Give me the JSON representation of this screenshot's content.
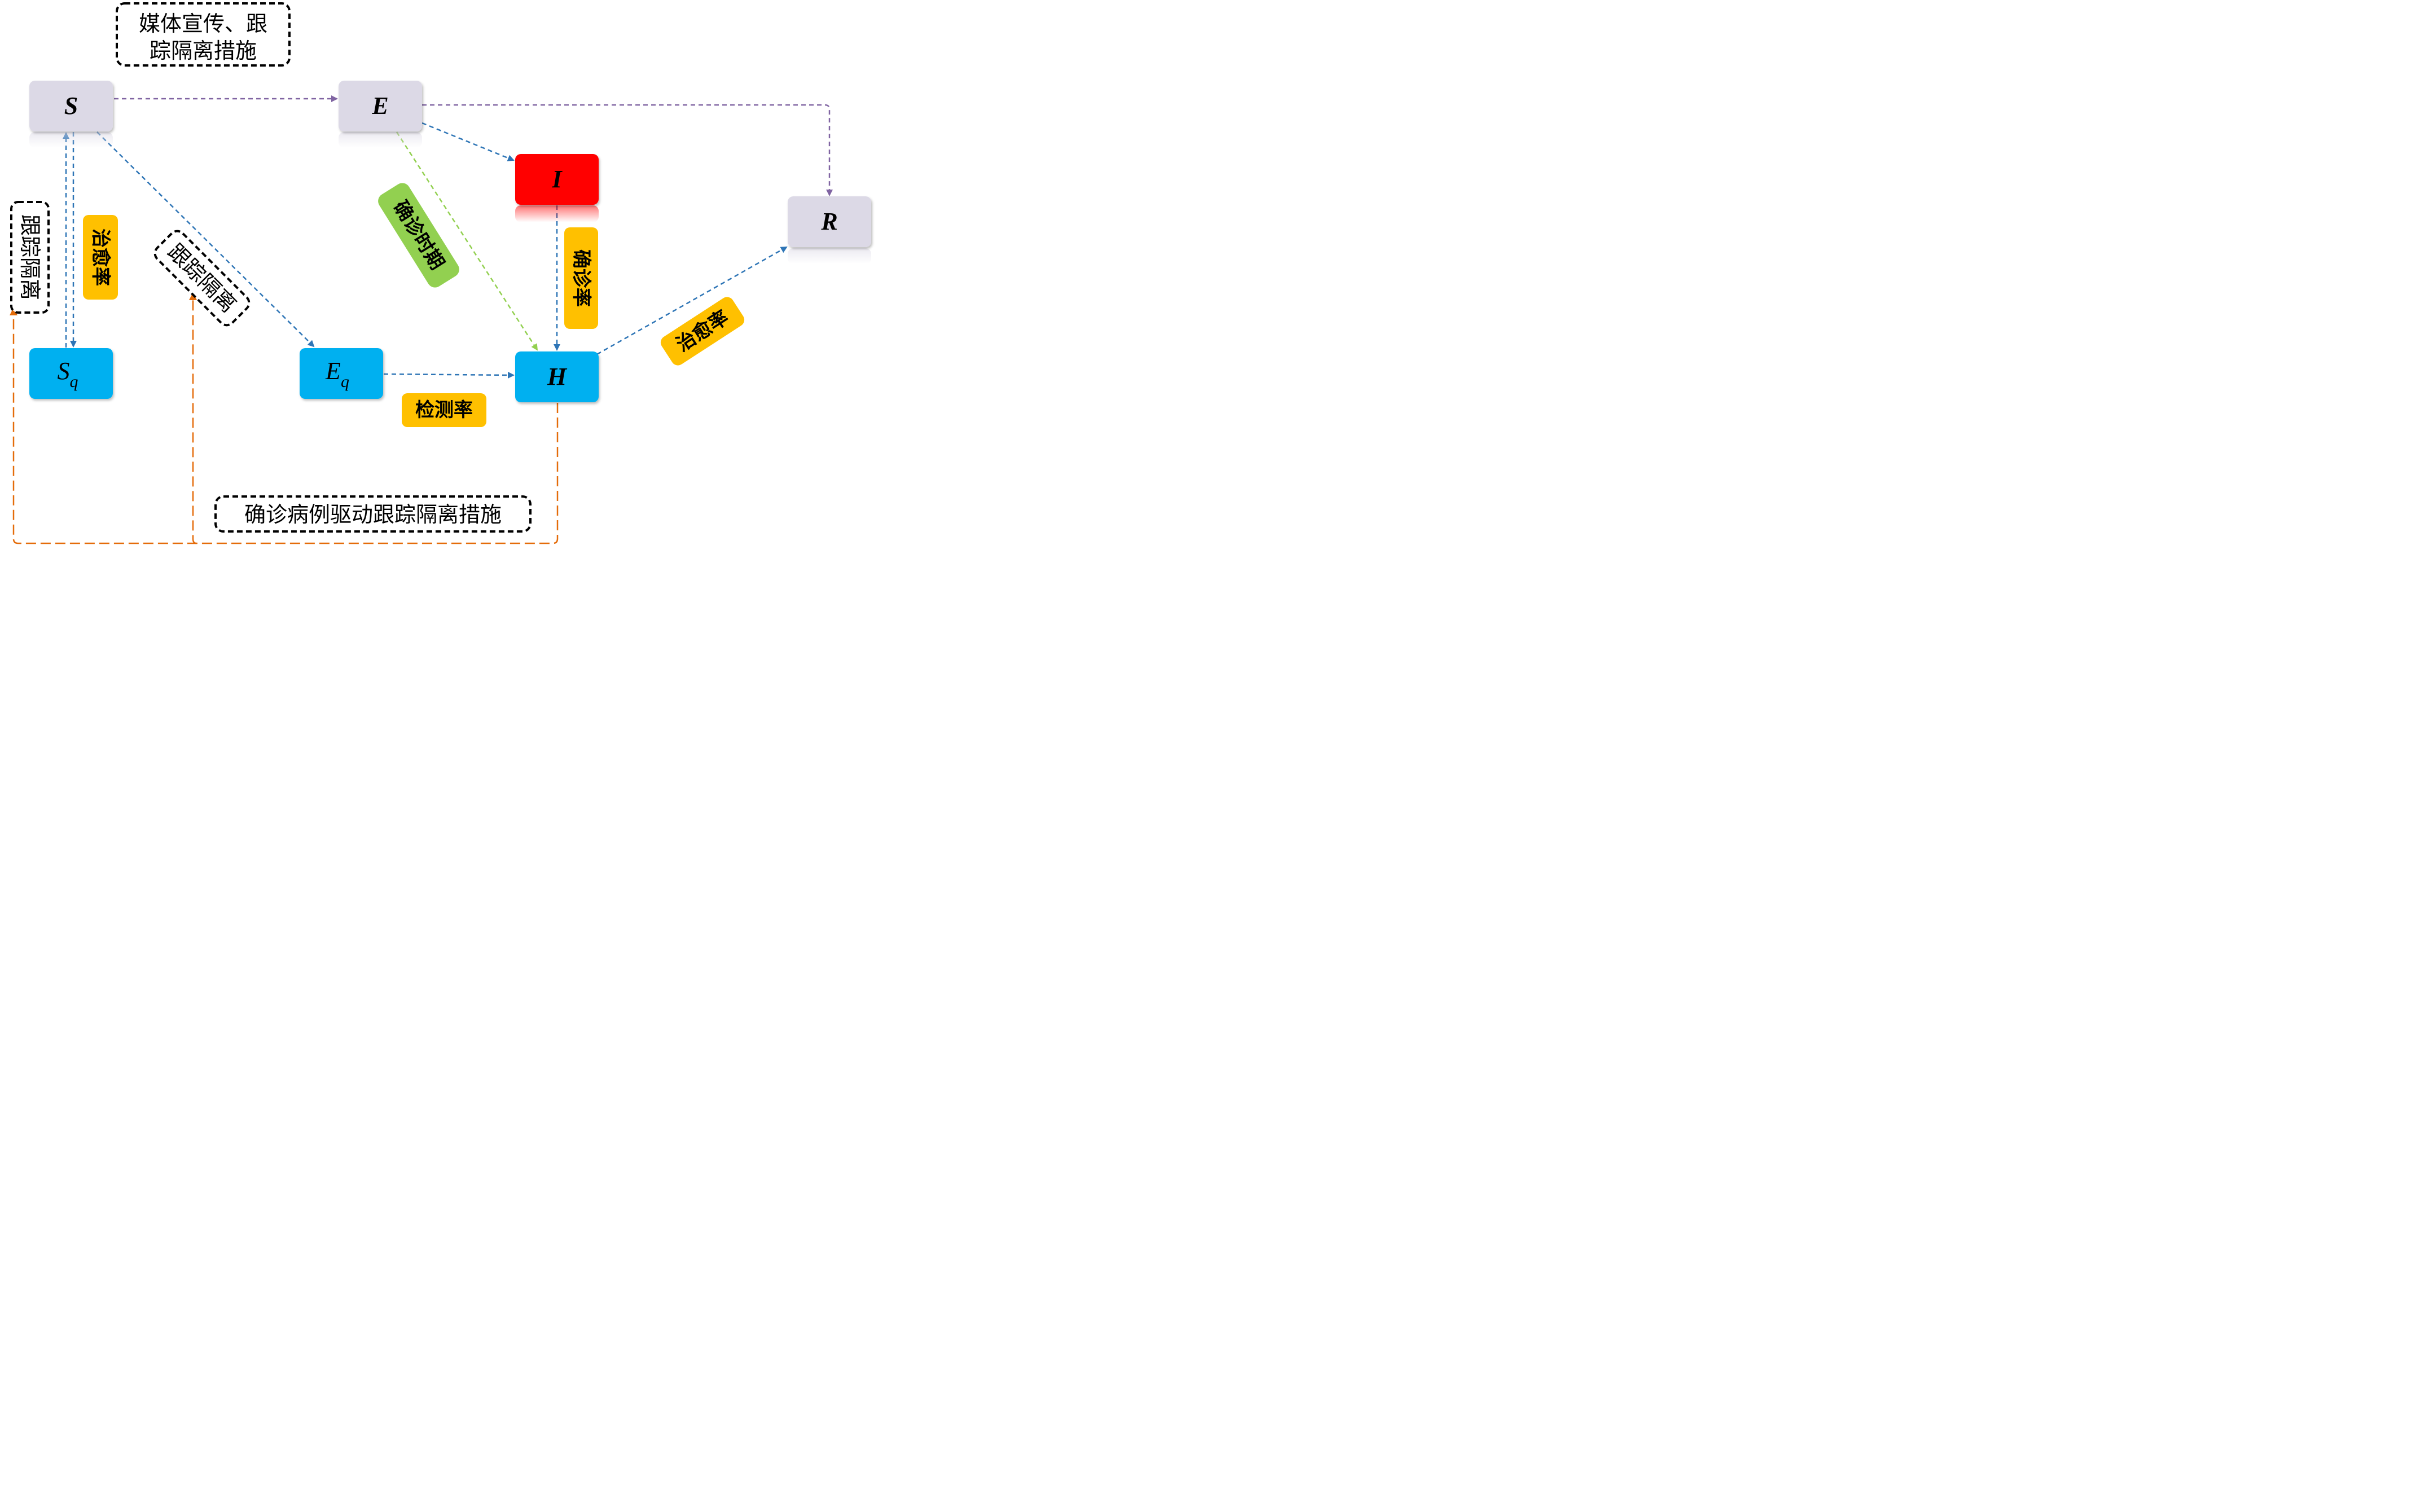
{
  "colors": {
    "grey_node": "#dcd9e6",
    "cyan_node": "#00b0f0",
    "red_node": "#ff0000",
    "label_yellow": "#ffc000",
    "label_green": "#92d050",
    "arrow_blue": "#2e75b6",
    "arrow_purple": "#8064a2",
    "arrow_green": "#92d050",
    "arrow_orange": "#e46c0a"
  },
  "nodes": {
    "S": {
      "letter": "S",
      "sub": ""
    },
    "E": {
      "letter": "E",
      "sub": ""
    },
    "I": {
      "letter": "I",
      "sub": ""
    },
    "R": {
      "letter": "R",
      "sub": ""
    },
    "Sq": {
      "letter": "S",
      "sub": "q"
    },
    "Eq": {
      "letter": "E",
      "sub": "q"
    },
    "H": {
      "letter": "H",
      "sub": ""
    }
  },
  "notes": {
    "media": {
      "line1": "媒体宣传、跟",
      "line2": "踪隔离措施"
    },
    "left_vertical": "跟踪隔离",
    "diag": "跟踪隔离",
    "bottom": "确诊病例驱动跟踪隔离措施"
  },
  "rate_labels": {
    "cure_sq": "治愈率",
    "confirm_period": "确诊时期",
    "confirm_rate": "确诊率",
    "detect_rate": "检测率",
    "cure_h": "治愈率"
  }
}
